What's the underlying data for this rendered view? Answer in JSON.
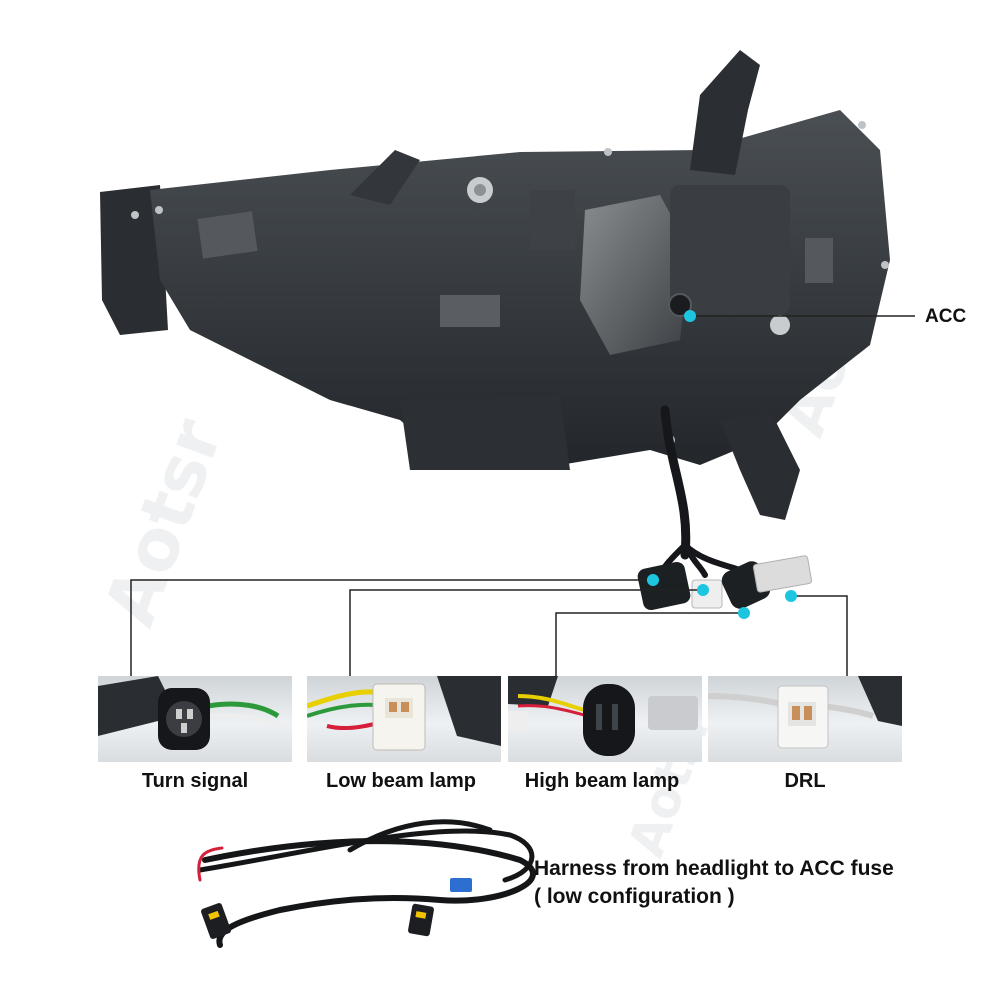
{
  "callouts": {
    "acc": "ACC"
  },
  "connectors": [
    {
      "id": "turn",
      "label": "Turn signal"
    },
    {
      "id": "low",
      "label": "Low beam lamp"
    },
    {
      "id": "high",
      "label": "High beam lamp"
    },
    {
      "id": "drl",
      "label": "DRL"
    }
  ],
  "harness": {
    "title": "Harness from headlight to ACC fuse",
    "subtitle": "( low configuration )"
  },
  "colors": {
    "dot": "#1cc6e0",
    "line": "#222222",
    "housing": "#2e3236"
  }
}
